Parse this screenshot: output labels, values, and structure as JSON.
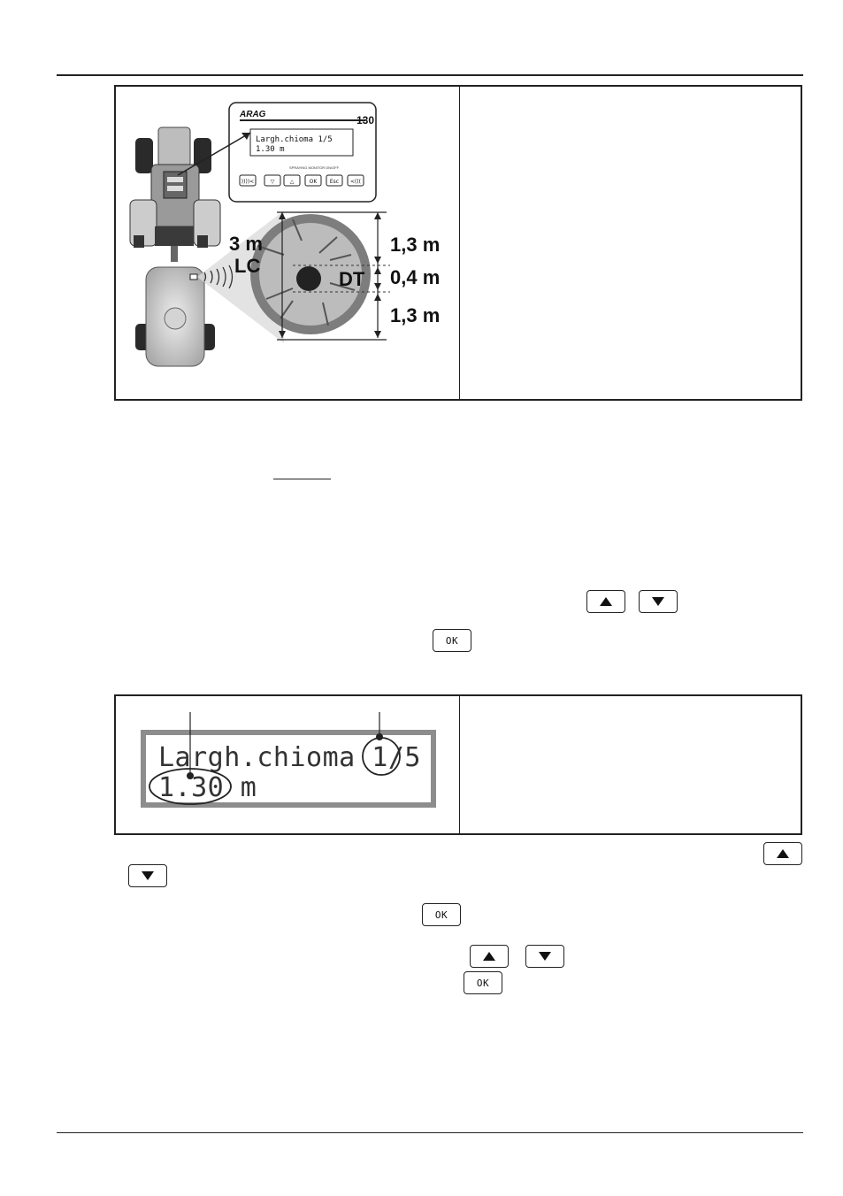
{
  "panel1": {
    "monitor": {
      "brand": "ARAG",
      "model": "130",
      "lcd_line1": "Largh.chioma 1/5",
      "lcd_line2": "1.30 m",
      "keys": [
        "))))<",
        "▽",
        "△",
        "OK",
        "Esc",
        "<((("
      ],
      "keys_label": "SPRAYING MONITOR",
      "onoff_label": "ON/OFF"
    },
    "labels": {
      "lc_value": "3 m",
      "lc_label": "LC",
      "dt_label": "DT",
      "top_height": "1,3 m",
      "mid_height": "0,4 m",
      "bottom_height": "1,3 m"
    }
  },
  "keys": {
    "ok_label": "OK"
  },
  "panel2": {
    "lcd_line1": "Largh.chioma 1/5",
    "lcd_line2": "1.30 m"
  }
}
